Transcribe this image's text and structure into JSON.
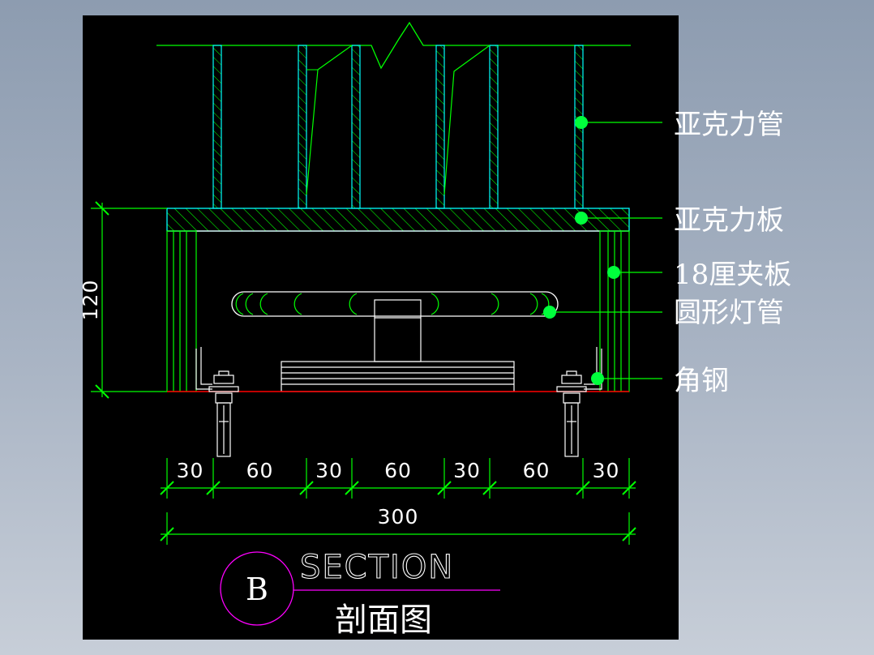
{
  "drawing": {
    "callouts": [
      {
        "label": "亚克力管"
      },
      {
        "label": "亚克力板"
      },
      {
        "label": "18厘夹板"
      },
      {
        "label": "圆形灯管"
      },
      {
        "label": "角钢"
      }
    ],
    "bottom_dimensions": [
      "30",
      "60",
      "30",
      "60",
      "30",
      "60",
      "30"
    ],
    "overall_dimension": "300",
    "height_dimension": "120",
    "section_marker": "B",
    "section_title": "SECTION",
    "section_subtitle": "剖面图"
  },
  "colors": {
    "background": "#000000",
    "green": "#00ff00",
    "cyan": "#00ffff",
    "white": "#ffffff",
    "red": "#ff0000",
    "magenta": "#ff00ff",
    "callout_dot": "#00ff3c",
    "frame_bg": "#8d9cb0"
  }
}
